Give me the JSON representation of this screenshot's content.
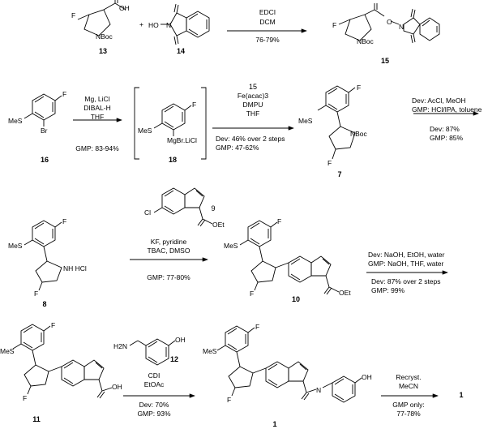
{
  "scheme": {
    "row1": {
      "reagents": [
        "EDCI",
        "DCM"
      ],
      "yield": "76-79%",
      "compounds": {
        "c13": "13",
        "c14": "14",
        "c15": "15"
      },
      "labels": {
        "F": "F",
        "NBoc": "NBoc",
        "OH": "OH",
        "O": "O",
        "N": "N",
        "HO": "HO",
        "plus": "+"
      }
    },
    "row2": {
      "step1": {
        "reagents": [
          "Mg, LiCl",
          "DIBAL-H",
          "THF"
        ],
        "yield": "GMP: 83-94%"
      },
      "step2": {
        "reagents": [
          "15",
          "Fe(acac)3",
          "DMPU",
          "THF"
        ],
        "yields": [
          "Dev: 46% over 2 steps",
          "GMP: 47-62%"
        ]
      },
      "step3": {
        "reagents": [
          "Dev: AcCl, MeOH",
          "GMP: HCl/IPA, toluene"
        ],
        "yields": [
          "Dev: 87%",
          "GMP: 85%"
        ]
      },
      "compounds": {
        "c16": "16",
        "c18": "18",
        "c7": "7"
      },
      "labels": {
        "F": "F",
        "MeS": "MeS",
        "Br": "Br",
        "MgBrLiCl": "MgBr.LiCl",
        "NBoc": "NBoc"
      }
    },
    "row3": {
      "step1": {
        "reagents": [
          "KF, pyridine",
          "TBAC, DMSO"
        ],
        "yield": "GMP: 77-80%"
      },
      "step2": {
        "reagents": [
          "Dev: NaOH, EtOH, water",
          "GMP: NaOH, THF, water"
        ],
        "yields": [
          "Dev: 87% over 2 steps",
          "GMP: 99%"
        ]
      },
      "compounds": {
        "c8": "8",
        "c9": "9",
        "c10": "10"
      },
      "labels": {
        "F": "F",
        "MeS": "MeS",
        "NHHCl": "NH HCl",
        "Cl": "Cl",
        "OEt": "OEt",
        "N": "N",
        "O": "O"
      }
    },
    "row4": {
      "step1": {
        "reagents": [
          "CDI",
          "EtOAc"
        ],
        "yields": [
          "Dev: 70%",
          "GMP: 93%"
        ]
      },
      "step2": {
        "reagents": [
          "Recryst.",
          "MeCN"
        ],
        "yields": [
          "GMP only:",
          "77-78%"
        ]
      },
      "compounds": {
        "c11": "11",
        "c12": "12",
        "c1": "1",
        "c1b": "1"
      },
      "labels": {
        "F": "F",
        "MeS": "MeS",
        "OH": "OH",
        "H2N": "H2N",
        "N": "N",
        "H": "H",
        "O": "O"
      }
    }
  }
}
